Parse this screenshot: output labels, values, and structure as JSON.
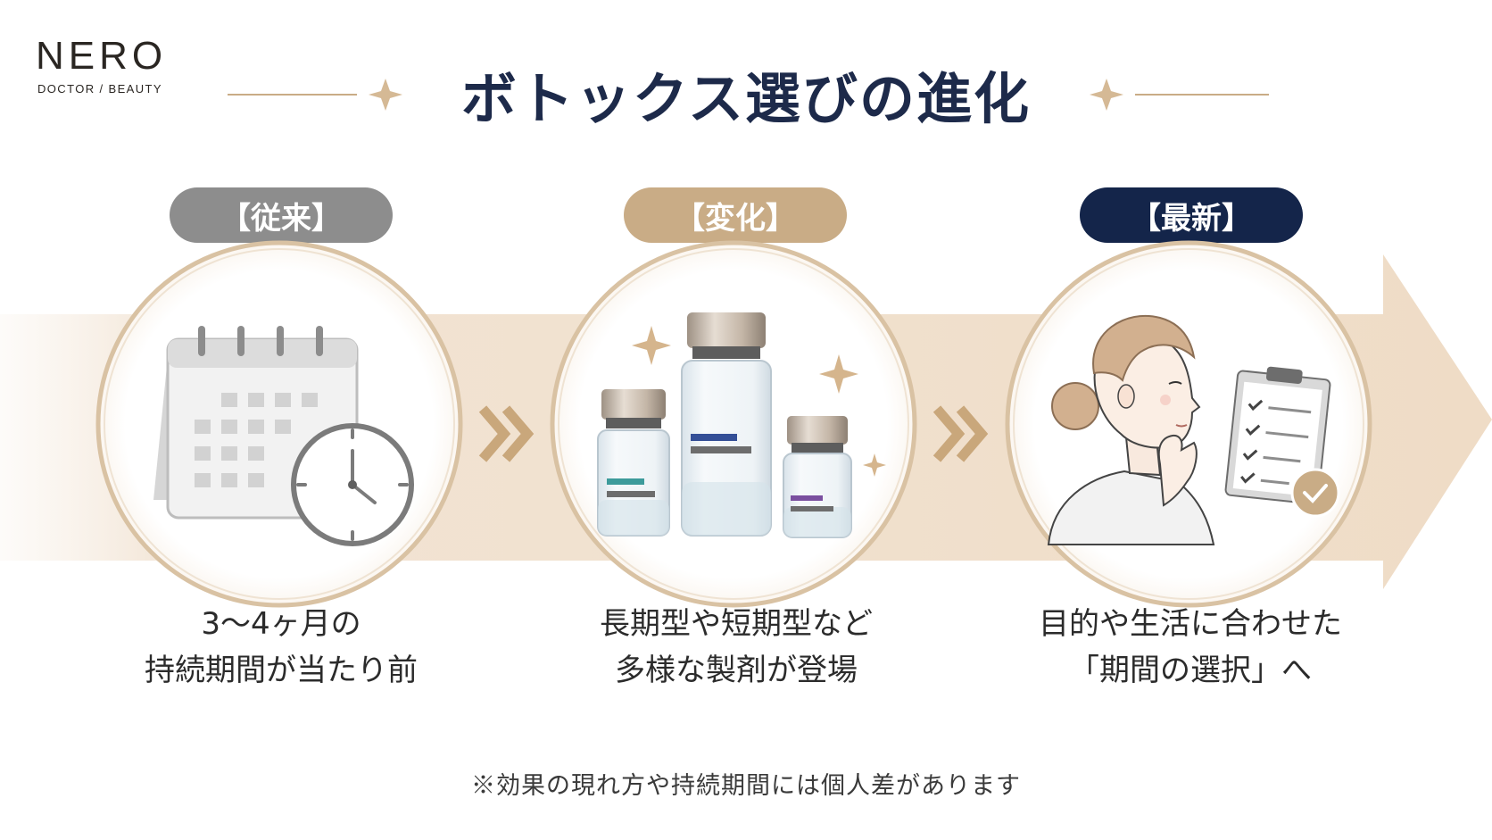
{
  "brand": {
    "name": "NERO",
    "tagline": "DOCTOR / BEAUTY"
  },
  "title": "ボトックス選びの進化",
  "stages": [
    {
      "label": "【従来】",
      "caption_line1": "3～4ヶ月の",
      "caption_line2": "持続期間が当たり前",
      "icon": "calendar-clock-icon"
    },
    {
      "label": "【変化】",
      "caption_line1": "長期型や短期型など",
      "caption_line2": "多様な製剤が登場",
      "icon": "vials-icon"
    },
    {
      "label": "【最新】",
      "caption_line1": "目的や生活に合わせた",
      "caption_line2": "「期間の選択」へ",
      "icon": "woman-checklist-icon"
    }
  ],
  "note": "※効果の現れ方や持続期間には個人差があります",
  "colors": {
    "navy": "#14254a",
    "gold": "#c9ac86",
    "gray": "#8d8d8d",
    "arrow_band": "#f1e3d3"
  }
}
